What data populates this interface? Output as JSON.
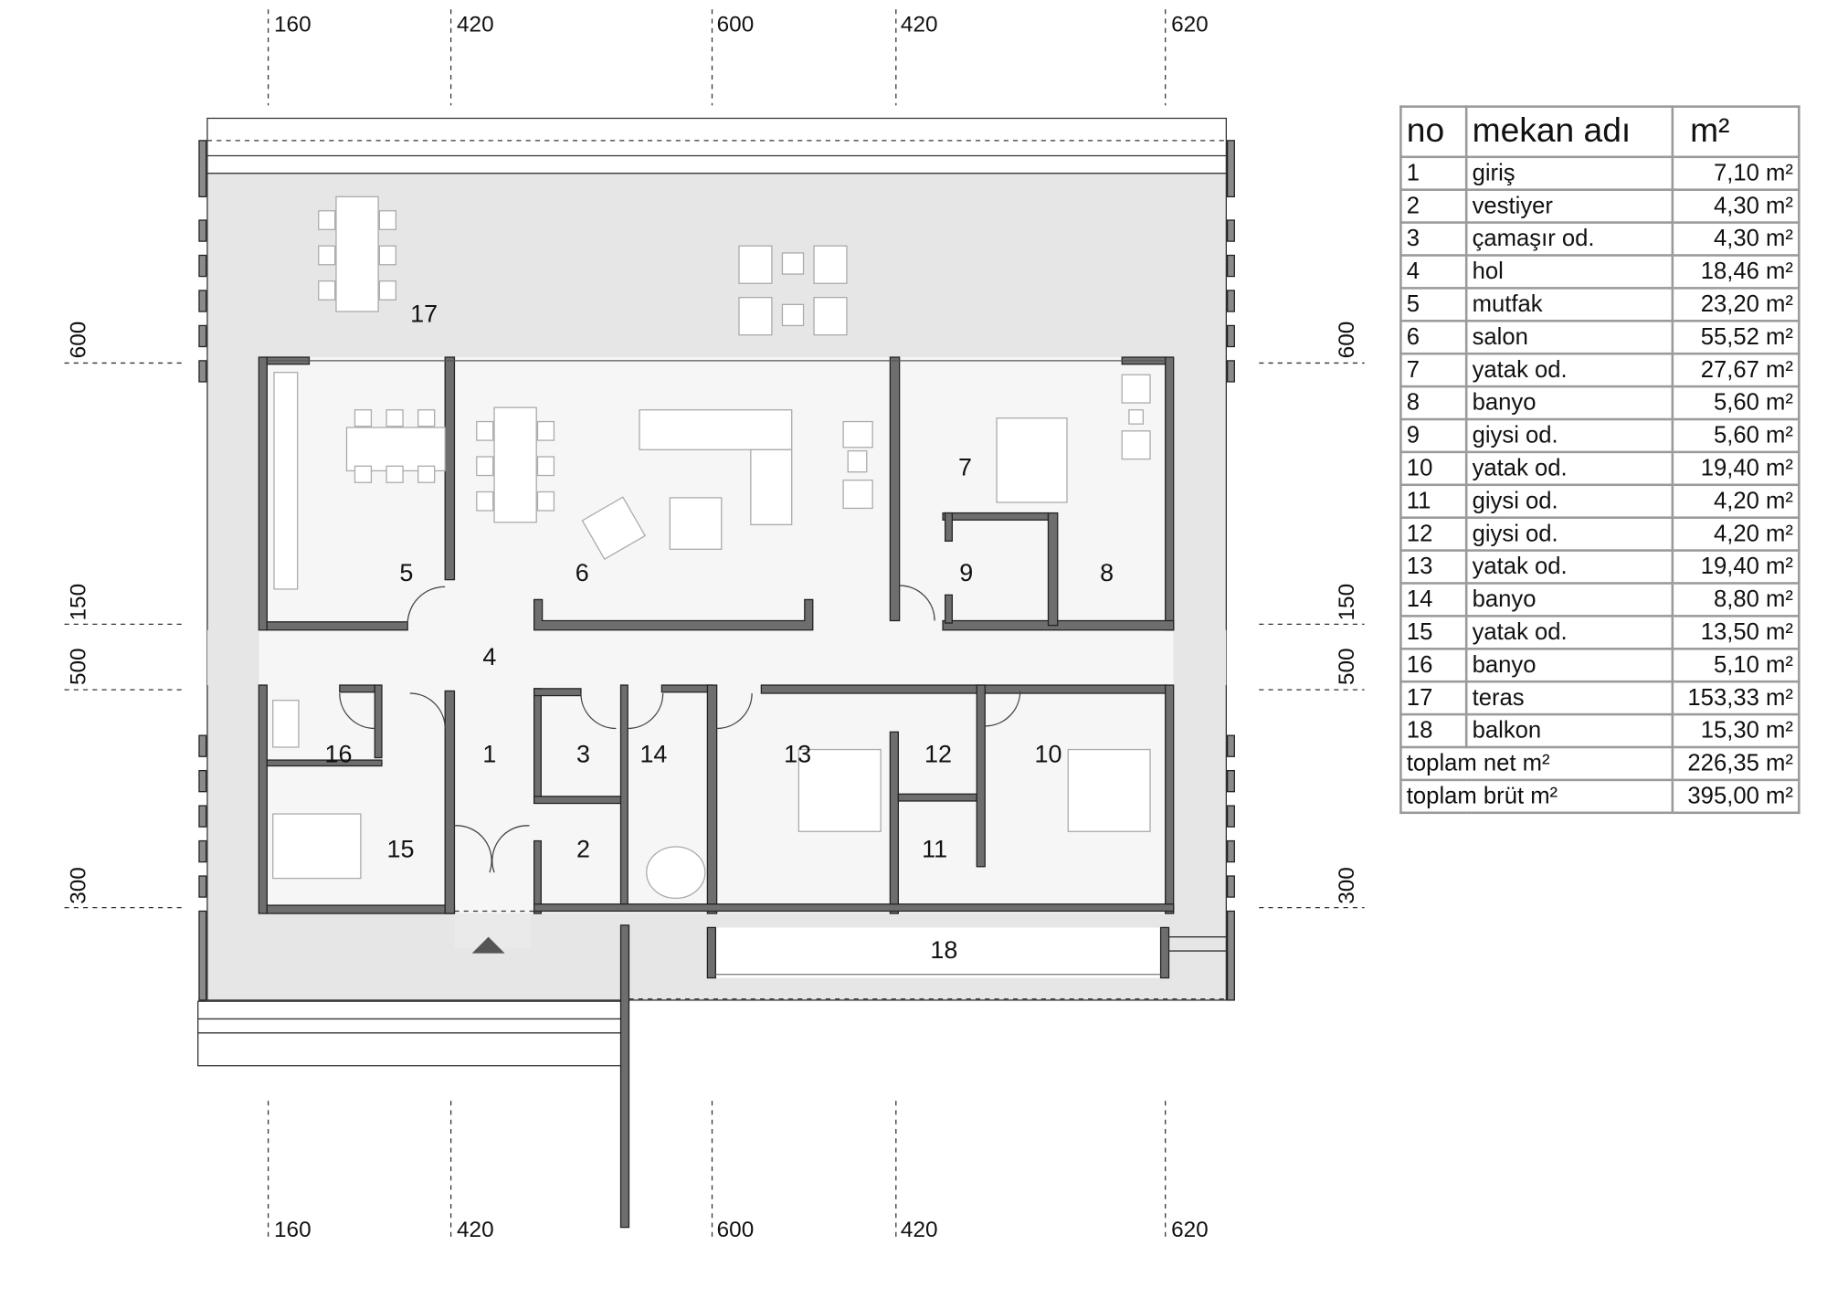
{
  "dimensions": {
    "top": [
      "160",
      "420",
      "600",
      "420",
      "620"
    ],
    "bottom": [
      "160",
      "420",
      "600",
      "420",
      "620"
    ],
    "left": [
      "600",
      "150",
      "500",
      "300"
    ],
    "right": [
      "600",
      "150",
      "500",
      "300"
    ]
  },
  "room_labels": {
    "r1": "1",
    "r2": "2",
    "r3": "3",
    "r4": "4",
    "r5": "5",
    "r6": "6",
    "r7": "7",
    "r8": "8",
    "r9": "9",
    "r10": "10",
    "r11": "11",
    "r12": "12",
    "r13": "13",
    "r14": "14",
    "r15": "15",
    "r16": "16",
    "r17": "17",
    "r18": "18"
  },
  "table": {
    "headers": [
      "no",
      "mekan adı",
      "m²"
    ],
    "rows": [
      [
        "1",
        "giriş",
        "7,10 m²"
      ],
      [
        "2",
        "vestiyer",
        "4,30 m²"
      ],
      [
        "3",
        "çamaşır od.",
        "4,30 m²"
      ],
      [
        "4",
        "hol",
        "18,46 m²"
      ],
      [
        "5",
        "mutfak",
        "23,20 m²"
      ],
      [
        "6",
        "salon",
        "55,52 m²"
      ],
      [
        "7",
        "yatak od.",
        "27,67 m²"
      ],
      [
        "8",
        "banyo",
        "5,60 m²"
      ],
      [
        "9",
        "giysi od.",
        "5,60 m²"
      ],
      [
        "10",
        "yatak od.",
        "19,40 m²"
      ],
      [
        "11",
        "giysi od.",
        "4,20 m²"
      ],
      [
        "12",
        "giysi od.",
        "4,20 m²"
      ],
      [
        "13",
        "yatak od.",
        "19,40 m²"
      ],
      [
        "14",
        "banyo",
        "8,80 m²"
      ],
      [
        "15",
        "yatak od.",
        "13,50 m²"
      ],
      [
        "16",
        "banyo",
        "5,10 m²"
      ],
      [
        "17",
        "teras",
        "153,33 m²"
      ],
      [
        "18",
        "balkon",
        "15,30 m²"
      ]
    ],
    "totals": [
      [
        "toplam net m²",
        "226,35 m²"
      ],
      [
        "toplam brüt m²",
        "395,00 m²"
      ]
    ]
  }
}
